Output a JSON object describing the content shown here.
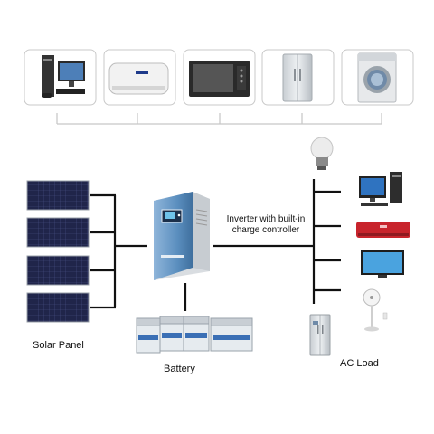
{
  "labels": {
    "solar_panel": "Solar Panel",
    "battery": "Battery",
    "ac_load": "AC Load",
    "inverter_line1": "Inverter with built-in",
    "inverter_line2": "charge controller"
  },
  "appliances_top": [
    {
      "name": "desktop-computer-icon"
    },
    {
      "name": "air-conditioner-icon"
    },
    {
      "name": "microwave-oven-icon"
    },
    {
      "name": "refrigerator-icon"
    },
    {
      "name": "washing-machine-icon"
    }
  ],
  "ac_loads": [
    {
      "name": "light-bulb-icon"
    },
    {
      "name": "desktop-computer-icon"
    },
    {
      "name": "air-conditioner-icon"
    },
    {
      "name": "television-icon"
    },
    {
      "name": "fan-icon"
    },
    {
      "name": "refrigerator-icon"
    }
  ],
  "colors": {
    "line": "#111111",
    "bracket": "#c8c8c8",
    "panel": "#23284a",
    "inverter": "#5b8fbf",
    "battery": "#e6ebef",
    "ac_red": "#c8242c"
  }
}
